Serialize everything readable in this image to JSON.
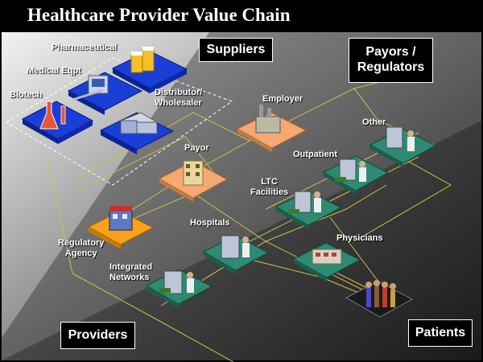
{
  "title": "Healthcare Provider Value Chain",
  "groups": {
    "suppliers": "Suppliers",
    "payors_line1": "Payors /",
    "payors_line2": "Regulators",
    "providers": "Providers",
    "patients": "Patients"
  },
  "nodes": {
    "pharmaceutical": "Pharmaceutical",
    "medical_eqpt": "Medical Eqpt",
    "biotech": "Biotech",
    "distributor_line1": "Distributor/",
    "distributor_line2": "Wholesaler",
    "employer": "Employer",
    "payor": "Payor",
    "other": "Other",
    "outpatient": "Outpatient",
    "ltc_line1": "LTC",
    "ltc_line2": "Facilities",
    "regulatory_line1": "Regulatory",
    "regulatory_line2": "Agency",
    "hospitals": "Hospitals",
    "physicians": "Physicians",
    "integrated_line1": "Integrated",
    "integrated_line2": "Networks"
  },
  "colors": {
    "supplier_tile": "#1a3fd6",
    "payor_tile": "#f5a872",
    "provider_tile": "#2e8b72",
    "regulator_tile": "#f7a21a",
    "connector": "#c9c24a"
  }
}
